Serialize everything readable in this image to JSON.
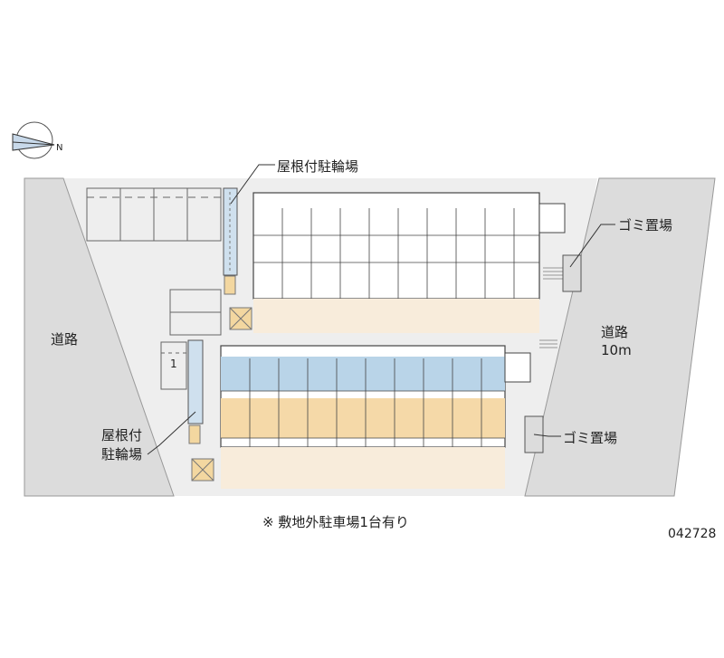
{
  "compass": {
    "letter": "N",
    "icon": "north-arrow-icon"
  },
  "labels": {
    "road_left": "道路",
    "road_right_line1": "道路",
    "road_right_line2": "10m",
    "bike_top": "屋根付駐輪場",
    "bike_left_line1": "屋根付",
    "bike_left_line2": "駐輪場",
    "garbage_top": "ゴミ置場",
    "garbage_bottom": "ゴミ置場",
    "parking_number": "1",
    "note": "※ 敷地外駐車場1台有り",
    "code": "042728"
  },
  "colors": {
    "road": "#dcdcdc",
    "site_gray": "#eeeeee",
    "bike_shelter": "#cfe0ee",
    "walkway": "#f8ecdb",
    "highlight_unit": "#f5d9a8",
    "highlight_balcony": "#b9d4e8",
    "line": "#444444"
  }
}
